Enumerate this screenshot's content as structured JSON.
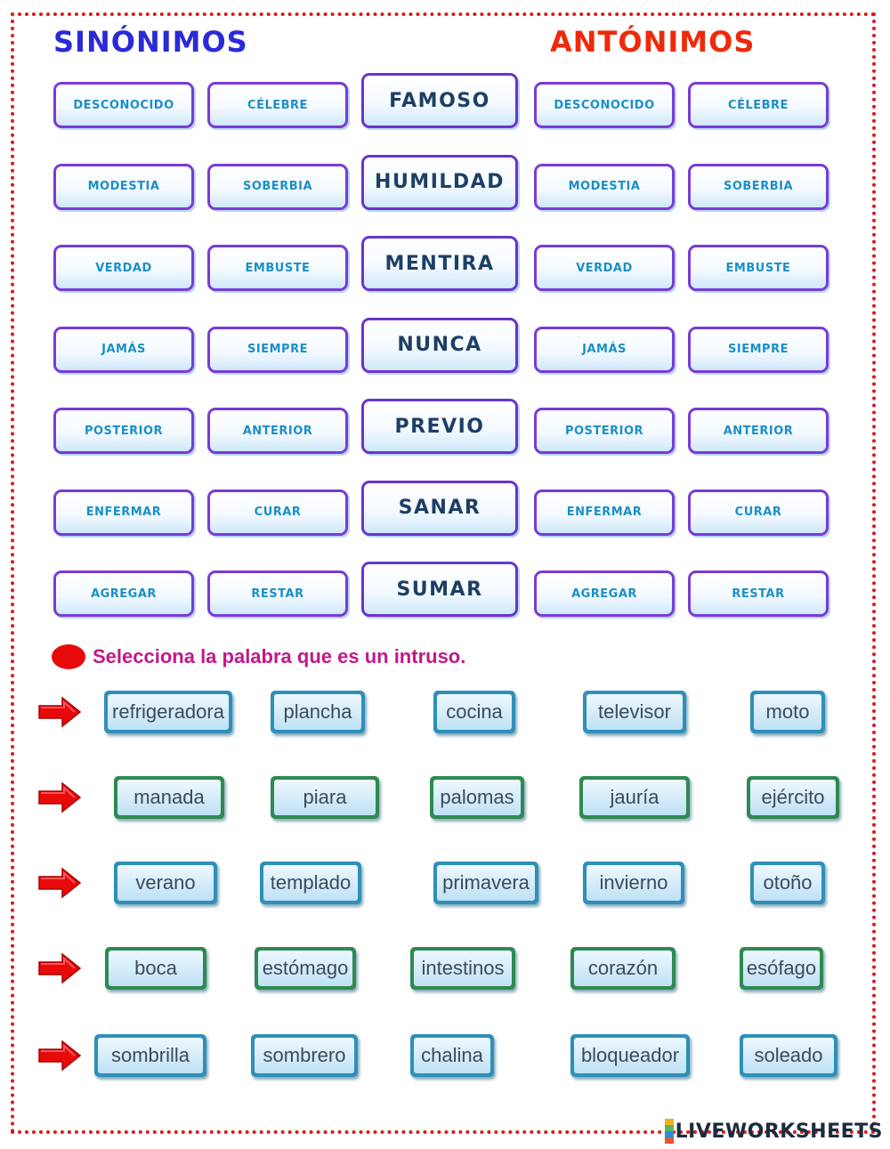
{
  "headings": {
    "synonyms": "SINÓNIMOS",
    "antonyms": "ANTÓNIMOS"
  },
  "rows": [
    {
      "syn": [
        "DESCONOCIDO",
        "CÉLEBRE"
      ],
      "word": "FAMOSO",
      "ant": [
        "DESCONOCIDO",
        "CÉLEBRE"
      ]
    },
    {
      "syn": [
        "MODESTIA",
        "SOBERBIA"
      ],
      "word": "HUMILDAD",
      "ant": [
        "MODESTIA",
        "SOBERBIA"
      ]
    },
    {
      "syn": [
        "VERDAD",
        "EMBUSTE"
      ],
      "word": "MENTIRA",
      "ant": [
        "VERDAD",
        "EMBUSTE"
      ]
    },
    {
      "syn": [
        "JAMÁS",
        "SIEMPRE"
      ],
      "word": "NUNCA",
      "ant": [
        "JAMÁS",
        "SIEMPRE"
      ]
    },
    {
      "syn": [
        "POSTERIOR",
        "ANTERIOR"
      ],
      "word": "PREVIO",
      "ant": [
        "POSTERIOR",
        "ANTERIOR"
      ]
    },
    {
      "syn": [
        "ENFERMAR",
        "CURAR"
      ],
      "word": "SANAR",
      "ant": [
        "ENFERMAR",
        "CURAR"
      ]
    },
    {
      "syn": [
        "AGREGAR",
        "RESTAR"
      ],
      "word": "SUMAR",
      "ant": [
        "AGREGAR",
        "RESTAR"
      ]
    }
  ],
  "instruction": "Selecciona la palabra que es un intruso.",
  "intruder_rows": [
    {
      "color": "blue",
      "words": [
        "refrigeradora",
        "plancha",
        "cocina",
        "televisor",
        "moto"
      ]
    },
    {
      "color": "green",
      "words": [
        "manada",
        "piara",
        "palomas",
        "jauría",
        "ejército"
      ]
    },
    {
      "color": "blue",
      "words": [
        "verano",
        "templado",
        "primavera",
        "invierno",
        "otoño"
      ]
    },
    {
      "color": "green",
      "words": [
        "boca",
        "estómago",
        "intestinos",
        "corazón",
        "esófago"
      ]
    },
    {
      "color": "blue",
      "words": [
        "sombrilla",
        "sombrero",
        "chalina",
        "bloqueador",
        "soleado"
      ]
    }
  ],
  "brand": {
    "name": "LIVEWORKSHEETS",
    "logo_colors": [
      "#f2b01e",
      "#5cb85c",
      "#2a8fd8",
      "#e4572e"
    ]
  },
  "colors": {
    "border": "#e01818",
    "synonyms": "#2a2ad8",
    "antonyms": "#ee2a0a",
    "instruction": "#c2188a",
    "arrow": "#e80a0a"
  }
}
